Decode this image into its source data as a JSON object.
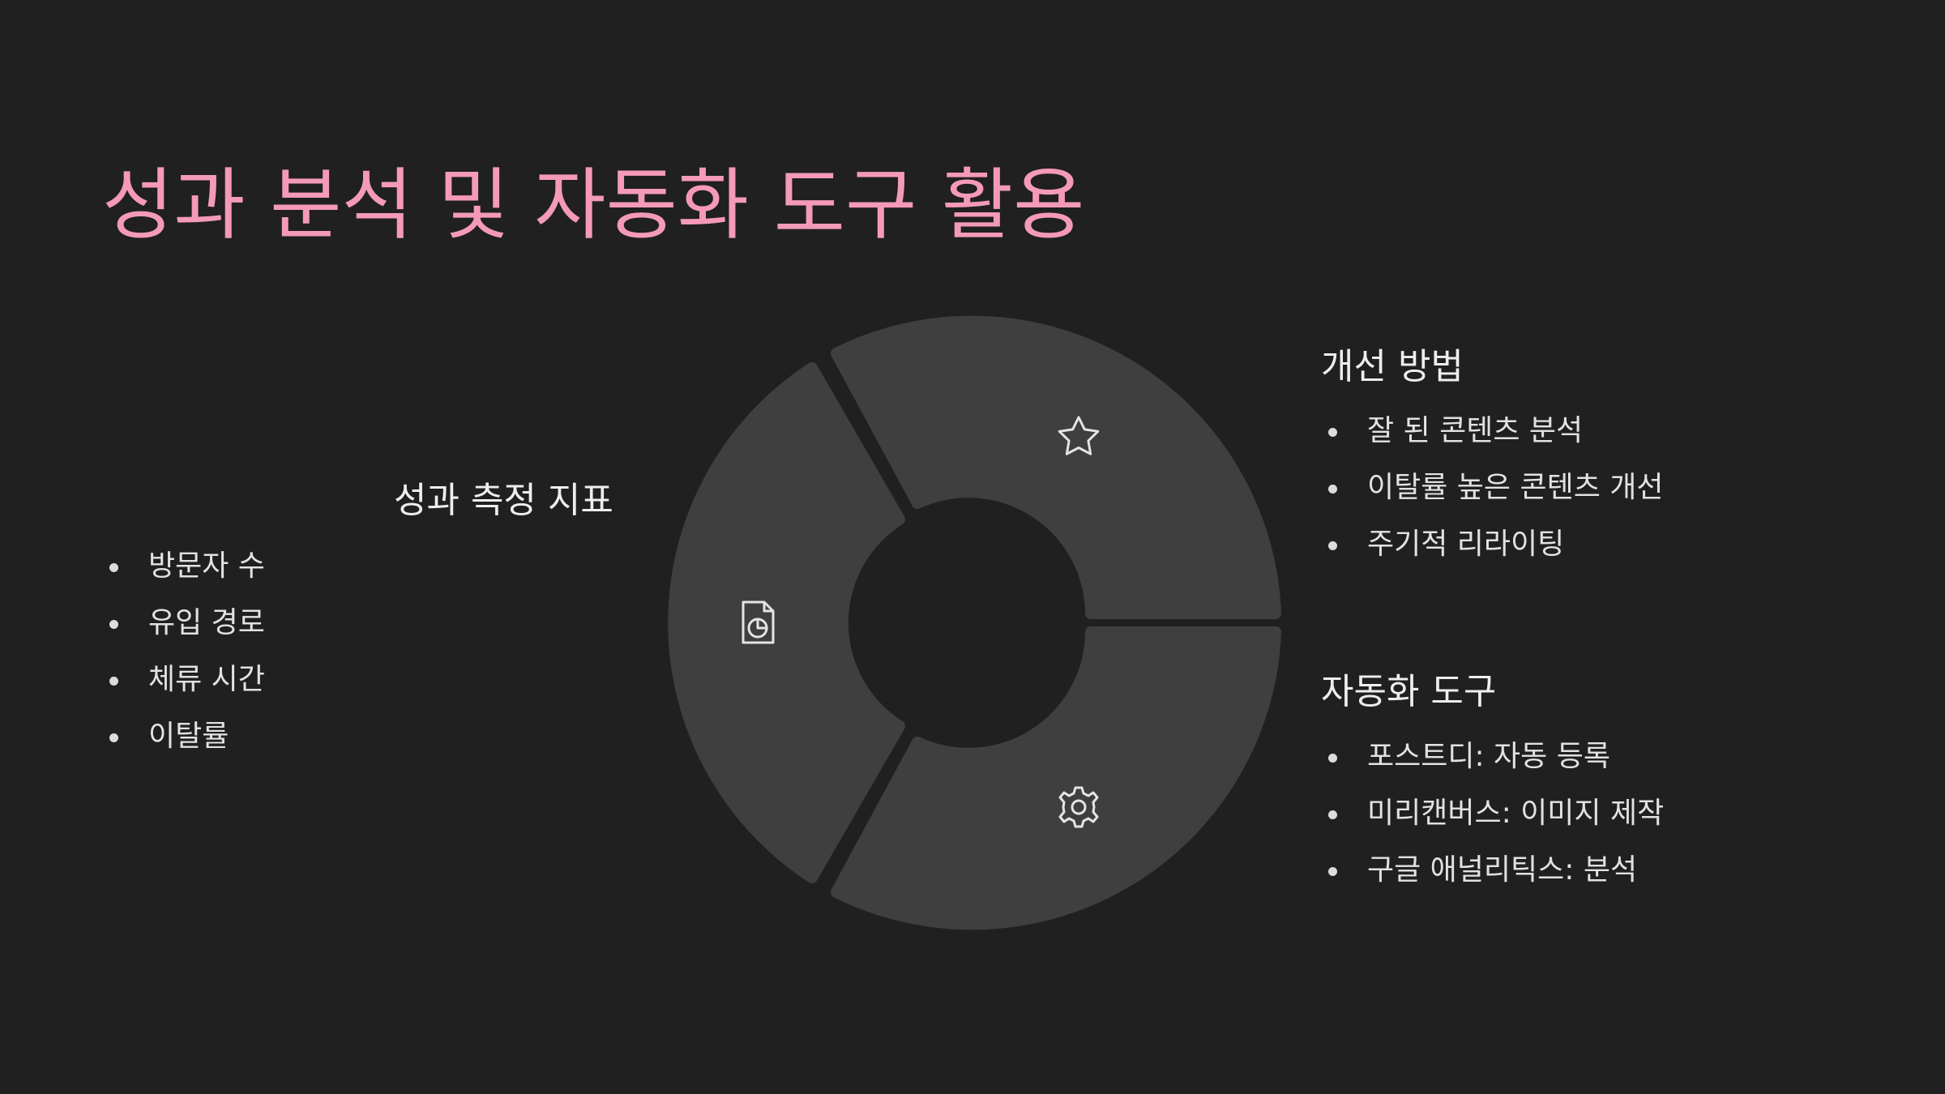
{
  "slide": {
    "title": "성과 분석 및 자동화 도구 활용",
    "accent_color": "#f49ab8",
    "background_color": "#202020",
    "segment_color": "#3f3f3f"
  },
  "sections": {
    "metrics": {
      "heading": "성과 측정 지표",
      "items": [
        "방문자 수",
        "유입 경로",
        "체류 시간",
        "이탈률"
      ]
    },
    "improvement": {
      "heading": "개선 방법",
      "items": [
        "잘 된 콘텐츠 분석",
        "이탈률 높은 콘텐츠 개선",
        "주기적 리라이팅"
      ]
    },
    "tools": {
      "heading": "자동화 도구",
      "items": [
        "포스트디: 자동 등록",
        "미리캔버스: 이미지 제작",
        "구글 애널리틱스: 분석"
      ]
    }
  },
  "diagram": {
    "segments": [
      {
        "icon": "star-icon"
      },
      {
        "icon": "gear-icon"
      },
      {
        "icon": "document-chart-icon"
      }
    ]
  }
}
